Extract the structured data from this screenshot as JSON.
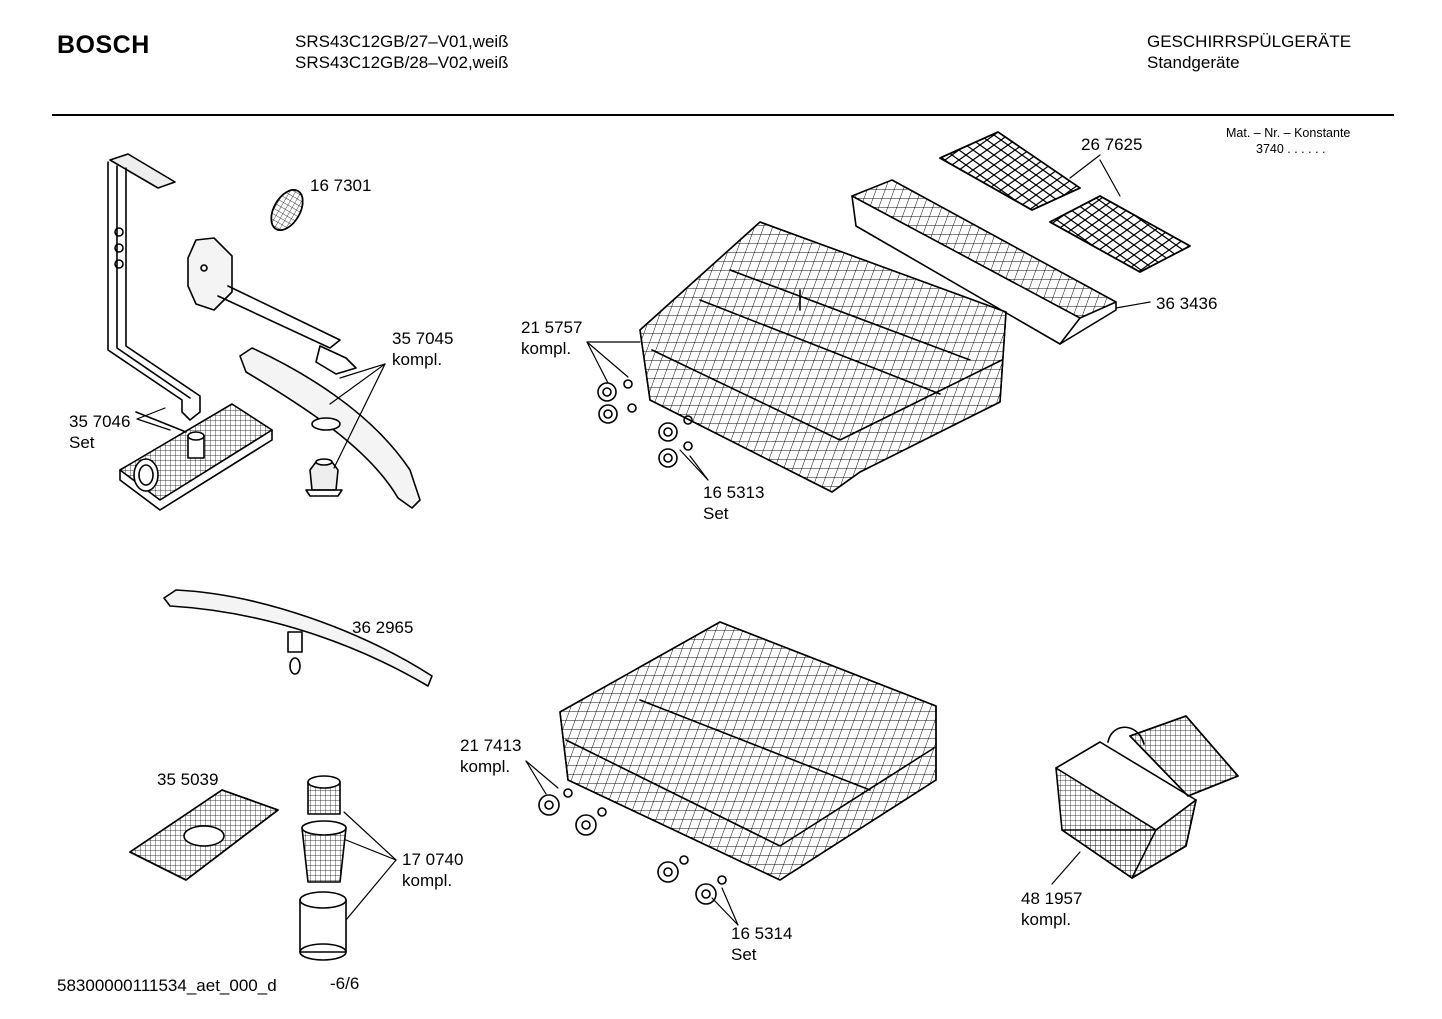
{
  "header": {
    "brand": "BOSCH",
    "model_line_1": "SRS43C12GB/27–V01,weiß",
    "model_line_2": "SRS43C12GB/28–V02,weiß",
    "category": "GESCHIRRSPÜLGERÄTE",
    "subcategory": "Standgeräte",
    "mat_nr_label": "Mat. – Nr. – Konstante",
    "mat_nr_value": "3740  .  .  .  .  .  ."
  },
  "parts": {
    "p167301": "16 7301",
    "p357045": "35 7045",
    "p357045_sub": "kompl.",
    "p357046": "35 7046",
    "p357046_sub": "Set",
    "p215757": "21 5757",
    "p215757_sub": "kompl.",
    "p267625": "26 7625",
    "p363436": "36 3436",
    "p165313": "16 5313",
    "p165313_sub": "Set",
    "p362965": "36 2965",
    "p355039": "35 5039",
    "p170740": "17 0740",
    "p170740_sub": "kompl.",
    "p217413": "21 7413",
    "p217413_sub": "kompl.",
    "p165314": "16 5314",
    "p165314_sub": "Set",
    "p481957": "48 1957",
    "p481957_sub": "kompl."
  },
  "footer": {
    "doc_id": "58300000111534_aet_000_d",
    "page": "-6/6"
  }
}
